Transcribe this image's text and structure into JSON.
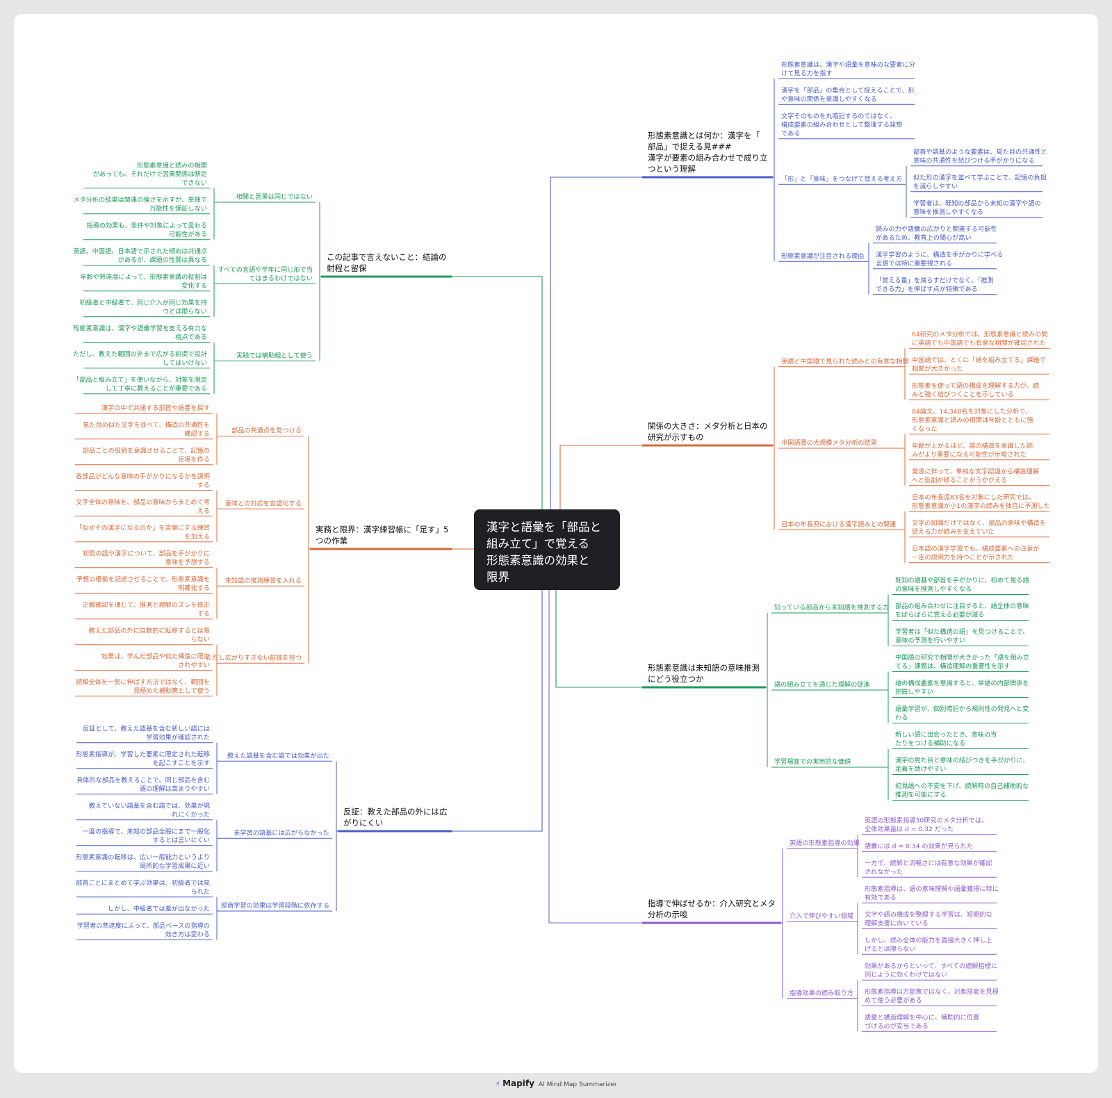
{
  "root": {
    "title": "漢字と語彙を「部品と組み立て」で覚える形態素意識の効果と限界",
    "lines": [
      "漢字と語彙を「部品と",
      "組み立て」で覚える",
      "形態素意識の効果と",
      "限界"
    ]
  },
  "branches": [
    {
      "id": "b-r1",
      "side": "right",
      "color": "#4a5cc7",
      "lines": [
        "形態素意識とは何か：漢字を「",
        "部品」で捉える見###",
        "漢字が要素の組み合わせで成り立",
        "つという理解"
      ],
      "children": [
        {
          "lines": [
            "形態素意識は、漢字や語彙を意味のな要素に分",
            "けて見る力を指す"
          ],
          "children": []
        },
        {
          "lines": [
            "漢字を「部品」の集合として捉えることで、形",
            "や意味の関係を意識しやすくなる"
          ],
          "children": []
        },
        {
          "lines": [
            "文字そのものを丸暗記するのではなく、",
            "構成要素の組み合わせとして整理する発想",
            "である"
          ],
          "children": []
        },
        {
          "lines": [
            "「形」と「意味」をつなげて覚える考え方"
          ],
          "children": [
            {
              "lines": [
                "部首や語基のような要素は、見た目の共通性と",
                "意味の共通性を結びつける手がかりになる"
              ]
            },
            {
              "lines": [
                "似た形の漢字を並べて学ぶことで、記憶の負担",
                "を減らしやすい"
              ]
            },
            {
              "lines": [
                "学習者は、既知の部品から未知の漢字や語の",
                "意味を推測しやすくなる"
              ]
            }
          ]
        },
        {
          "lines": [
            "形態素意識が注目される理由"
          ],
          "children": [
            {
              "lines": [
                "読みの力や語彙の広がりと関連する可能性",
                "があるため、教育上の関心が高い"
              ]
            },
            {
              "lines": [
                "漢字学習のように、構造を手がかりに学べる",
                "言語では特に重要視される"
              ]
            },
            {
              "lines": [
                "「覚える量」を減らすだけでなく、「推測",
                "できる力」を伸ばす点が特徴である"
              ]
            }
          ]
        }
      ]
    },
    {
      "id": "b-r2",
      "side": "right",
      "color": "#d8693a",
      "lines": [
        "関係の大きさ：メタ分析と日本の",
        "研究が示すもの"
      ],
      "children": [
        {
          "lines": [
            "英語と中国語で見られた読みとの有意な相関"
          ],
          "children": [
            {
              "lines": [
                "64研究のメタ分析では、形態素意識と読みの間",
                "に英語でも中国語でも有意な相関が確認された"
              ]
            },
            {
              "lines": [
                "中国語では、とくに「語を組み立てる」課題で",
                "相関が大きかった"
              ]
            },
            {
              "lines": [
                "形態素を使って語の構成を理解する力が、読",
                "みと強く結びつくことを示している"
              ]
            }
          ]
        },
        {
          "lines": [
            "中国語圏の大規模メタ分析の結果"
          ],
          "children": [
            {
              "lines": [
                "84論文、14,348名を対象にした分析で、",
                "形態素意識と読みの相関は年齢とともに強",
                "くなった"
              ]
            },
            {
              "lines": [
                "年齢が上がるほど、語の構造を意識した読",
                "みがより重要になる可能性が示唆された"
              ]
            },
            {
              "lines": [
                "発達に伴って、単純な文字認識から構造理解",
                "へと役割が移ることがうかがえる"
              ]
            }
          ]
        },
        {
          "lines": [
            "日本の年長児における漢字読みとの関連"
          ],
          "children": [
            {
              "lines": [
                "日本の年長児83名を対象にした研究では、",
                "形態素意識が小1の漢字の読みを独自に予測した"
              ]
            },
            {
              "lines": [
                "文字の知識だけではなく、部品の意味や構造を",
                "捉える力が読みを支えていた"
              ]
            },
            {
              "lines": [
                "日本語の漢字学習でも、構成要素への注意が",
                "一定の説明力を持つことが示された"
              ]
            }
          ]
        }
      ]
    },
    {
      "id": "b-r3",
      "side": "right",
      "color": "#1f9a5c",
      "lines": [
        "形態素意識は未知語の意味推測",
        "にどう役立つか"
      ],
      "children": [
        {
          "lines": [
            "知っている部品から未知語を推測する力"
          ],
          "children": [
            {
              "lines": [
                "既知の語基や部首を手がかりに、初めて見る語",
                "の意味を推測しやすくなる"
              ]
            },
            {
              "lines": [
                "部品の組み合わせに注目すると、語全体の意味",
                "をばらばらに覚える必要が減る"
              ]
            },
            {
              "lines": [
                "学習者は「似た構造の語」を見つけることで、",
                "意味の予測を行いやすい"
              ]
            }
          ]
        },
        {
          "lines": [
            "語の組み立てを通じた理解の促進"
          ],
          "children": [
            {
              "lines": [
                "中国語の研究で相関が大きかった「語を組み立",
                "てる」課題は、構造理解の重要性を示す"
              ]
            },
            {
              "lines": [
                "語の構成要素を意識すると、単語の内部関係を",
                "把握しやすい"
              ]
            },
            {
              "lines": [
                "語彙学習が、個別暗記から規則性の発見へと変",
                "わる"
              ]
            }
          ]
        },
        {
          "lines": [
            "学習場面での実用的な価値"
          ],
          "children": [
            {
              "lines": [
                "新しい語に出会ったとき、意味の当",
                "たりをつける補助になる"
              ]
            },
            {
              "lines": [
                "漢字の見た目と意味の結びつきを手がかりに、",
                "定着を助けやすい"
              ]
            },
            {
              "lines": [
                "初見語への不安を下げ、読解時の自己補助的な",
                "推測を可能にする"
              ]
            }
          ]
        }
      ]
    },
    {
      "id": "b-r4",
      "side": "right",
      "color": "#8a5cd0",
      "lines": [
        "指導で伸ばせるか：介入研究とメタ",
        "分析の示唆"
      ],
      "children": [
        {
          "lines": [
            "英語の形態素指導の効果"
          ],
          "children": [
            {
              "lines": [
                "英語の形態素指導30研究のメタ分析では、",
                "全体効果量は d = 0.32 だった"
              ]
            },
            {
              "lines": [
                "語彙には d = 0.34 の効果が見られた"
              ]
            },
            {
              "lines": [
                "一方で、読解と流暢さには有意な効果が確認",
                "されなかった"
              ]
            }
          ]
        },
        {
          "lines": [
            "介入で伸びやすい領域"
          ],
          "children": [
            {
              "lines": [
                "形態素指導は、語の意味理解や語彙獲得に特に",
                "有効である"
              ]
            },
            {
              "lines": [
                "文字や語の構成を整理する学習は、短期的な",
                "理解支援に向いている"
              ]
            },
            {
              "lines": [
                "しかし、読み全体の能力を直接大きく押し上",
                "げるとは限らない"
              ]
            }
          ]
        },
        {
          "lines": [
            "指導効果の読み取り方"
          ],
          "children": [
            {
              "lines": [
                "効果があるからといって、すべての読解指標に",
                "同じように効くわけではない"
              ]
            },
            {
              "lines": [
                "形態素指導は万能策ではなく、対象技能を見極",
                "めて使う必要がある"
              ]
            },
            {
              "lines": [
                "語彙と構造理解を中心に、補助的に位置",
                "づけるのが妥当である"
              ]
            }
          ]
        }
      ]
    },
    {
      "id": "b-l1",
      "side": "left",
      "color": "#1f9a5c",
      "lines": [
        "この記事で言えないこと：結論の",
        "射程と留保"
      ],
      "children": [
        {
          "lines": [
            "相関と因果は同じではない"
          ],
          "children": [
            {
              "lines": [
                "形態素意識と読みの相関",
                "があっても、それだけで因果関係は断定",
                "できない"
              ]
            },
            {
              "lines": [
                "メタ分析の結果は関連の強さを示すが、単独で",
                "万能性を保証しない"
              ]
            },
            {
              "lines": [
                "指導の効果も、条件や対象によって変わる",
                "可能性がある"
              ]
            }
          ]
        },
        {
          "lines": [
            "すべての言語や学年に同じ形で当",
            "てはまるわけではない"
          ],
          "children": [
            {
              "lines": [
                "英語、中国語、日本語で示された傾向は共通点",
                "があるが、課題の性質は異なる"
              ]
            },
            {
              "lines": [
                "年齢や熟達度によって、形態素意識の役割は",
                "変化する"
              ]
            },
            {
              "lines": [
                "初級者と中級者で、同じ介入が同じ効果を持",
                "つとは限らない"
              ]
            }
          ]
        },
        {
          "lines": [
            "実践では補助線として使う"
          ],
          "children": [
            {
              "lines": [
                "形態素意識は、漢字や語彙学習を支える有力な",
                "視点である"
              ]
            },
            {
              "lines": [
                "ただし、教えた範囲の外まで広がる前提で設計",
                "してはいけない"
              ]
            },
            {
              "lines": [
                "「部品と組み立て」を使いながら、対象を限定",
                "して丁寧に教えることが重要である"
              ]
            }
          ]
        }
      ]
    },
    {
      "id": "b-l2",
      "side": "left",
      "color": "#d8693a",
      "lines": [
        "実務と限界：漢字練習帳に「足す」5",
        "つの作業"
      ],
      "children": [
        {
          "lines": [
            "部品の共通点を見つける"
          ],
          "children": [
            {
              "lines": [
                "漢字の中で共通する部首や語基を探す"
              ]
            },
            {
              "lines": [
                "見た目の似た文字を並べて、構造の共通性を",
                "確認する"
              ]
            },
            {
              "lines": [
                "部品ごとの役割を意識させることで、記憶の",
                "足場を作る"
              ]
            }
          ]
        },
        {
          "lines": [
            "意味との対応を言語化する"
          ],
          "children": [
            {
              "lines": [
                "各部品がどんな意味の手がかりになるかを説明",
                "する"
              ]
            },
            {
              "lines": [
                "文字全体の意味を、部品の意味からまとめて考",
                "える"
              ]
            },
            {
              "lines": [
                "「なぜその漢字になるのか」を言葉にする練習",
                "を加える"
              ]
            }
          ]
        },
        {
          "lines": [
            "未知語の推測練習を入れる"
          ],
          "children": [
            {
              "lines": [
                "初見の語や漢字について、部品を手がかりに",
                "意味を予想する"
              ]
            },
            {
              "lines": [
                "予想の根拠を記述させることで、形態素意識を",
                "明確化する"
              ]
            },
            {
              "lines": [
                "正解確認を通じて、推測と理解のズレを修正",
                "する"
              ]
            }
          ]
        },
        {
          "lines": [
            "ただし広がりすぎない前提を持つ"
          ],
          "children": [
            {
              "lines": [
                "教えた部品の外に自動的に転移するとは限",
                "らない"
              ]
            },
            {
              "lines": [
                "効果は、学んだ部品や似た構造に限定",
                "されやすい"
              ]
            },
            {
              "lines": [
                "読解全体を一気に伸ばす方法ではなく、範囲を",
                "見極めた補助策として使う"
              ]
            }
          ]
        }
      ]
    },
    {
      "id": "b-l3",
      "side": "left",
      "color": "#4a5cc7",
      "lines": [
        "反証：教えた部品の外には広",
        "がりにくい"
      ],
      "children": [
        {
          "lines": [
            "教えた語基を含む語では効果が出た"
          ],
          "children": [
            {
              "lines": [
                "反証として、教えた語基を含む新しい語には",
                "学習効果が確認された"
              ]
            },
            {
              "lines": [
                "形態素指導が、学習した要素に限定された転移",
                "を起こすことを示す"
              ]
            },
            {
              "lines": [
                "具体的な部品を教えることで、同じ部品を含む",
                "語の理解は高まりやすい"
              ]
            }
          ]
        },
        {
          "lines": [
            "未学習の語基には広がらなかった"
          ],
          "children": [
            {
              "lines": [
                "教えていない語基を含む語では、効果が現",
                "れにくかった"
              ]
            },
            {
              "lines": [
                "一度の指導で、未知の部品全般にまで一般化",
                "するとは言いにくい"
              ]
            },
            {
              "lines": [
                "形態素意識の転移は、広い一般能力というより",
                "局所的な学習成果に近い"
              ]
            }
          ]
        },
        {
          "lines": [
            "部首学習の効果は学習段階に依存する"
          ],
          "children": [
            {
              "lines": [
                "部首ごとにまとめて学ぶ効果は、初級者では見",
                "られた"
              ]
            },
            {
              "lines": [
                "しかし、中級者では差が出なかった"
              ]
            },
            {
              "lines": [
                "学習者の熟達度によって、部品ベースの指導の",
                "効き方は変わる"
              ]
            }
          ]
        }
      ]
    }
  ],
  "footer": {
    "brand": "Mapify",
    "tagline": "AI Mind Map Summarizer"
  }
}
